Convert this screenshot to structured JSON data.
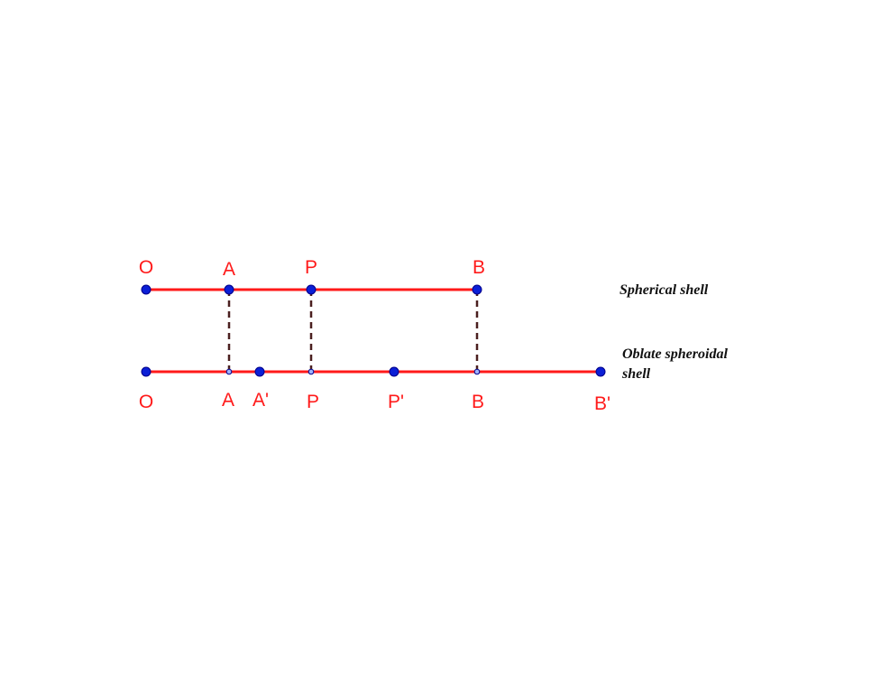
{
  "colors": {
    "line": "#ff1a1a",
    "point": "#0b1fd6",
    "point_stroke": "#00008b",
    "label": "#ff1a1a",
    "dash": "#4a1f1f",
    "caption": "#111111"
  },
  "top_line": {
    "caption": "Spherical shell",
    "points": [
      {
        "label": "O"
      },
      {
        "label": "A"
      },
      {
        "label": "P"
      },
      {
        "label": "B"
      }
    ]
  },
  "bottom_line": {
    "caption_line1": "Oblate spheroidal",
    "caption_line2": "shell",
    "points": [
      {
        "label": "O"
      },
      {
        "label": "A"
      },
      {
        "label": "A'"
      },
      {
        "label": "P"
      },
      {
        "label": "P'"
      },
      {
        "label": "B"
      },
      {
        "label": "B'"
      }
    ]
  }
}
